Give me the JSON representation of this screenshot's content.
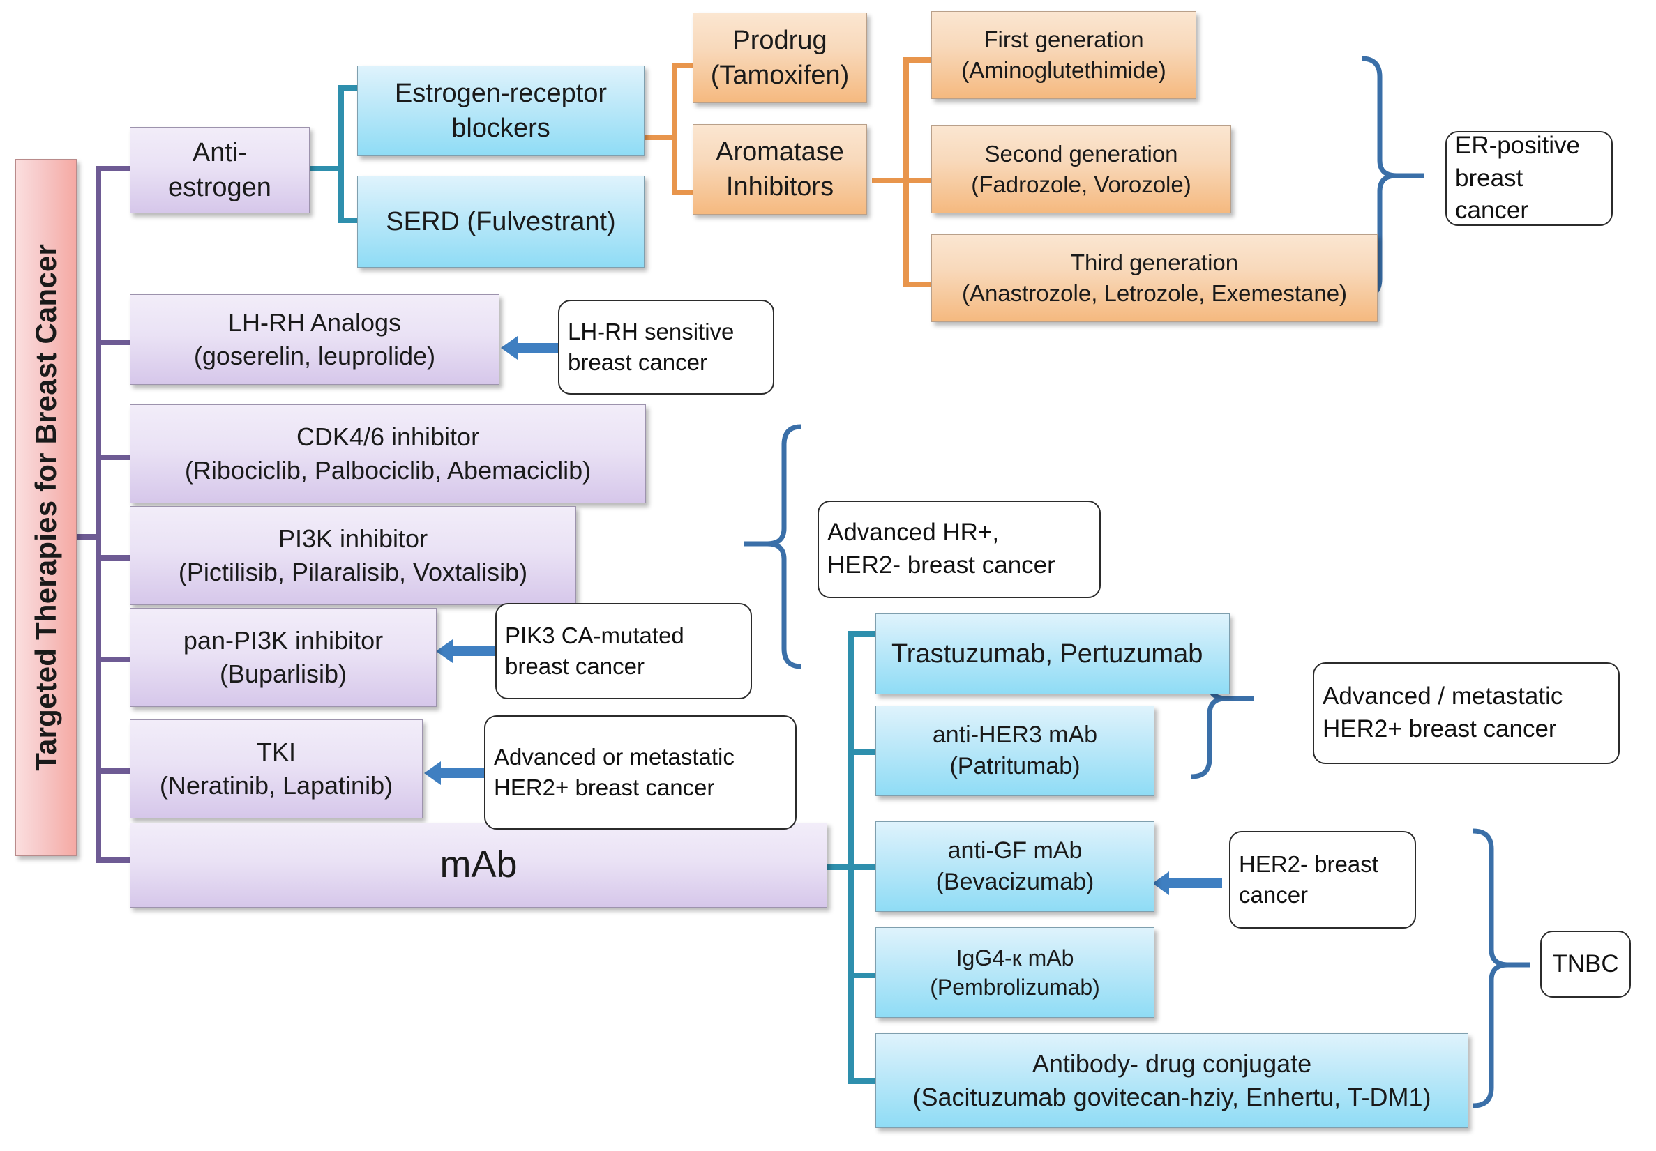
{
  "title_bar": {
    "label": "Targeted Therapies for Breast Cancer"
  },
  "level1": [
    {
      "id": "anti-estrogen",
      "label_l1": "Anti-",
      "label_l2": "estrogen"
    },
    {
      "id": "lhrh-analogs",
      "label_l1": "LH-RH Analogs",
      "label_l2": "(goserelin, leuprolide)"
    },
    {
      "id": "cdk46-inhibitor",
      "label_l1": "CDK4/6 inhibitor",
      "label_l2": "(Ribociclib, Palbociclib, Abemaciclib)"
    },
    {
      "id": "pi3k-inhibitor",
      "label_l1": "PI3K inhibitor",
      "label_l2": "(Pictilisib, Pilaralisib, Voxtalisib)"
    },
    {
      "id": "pan-pi3k-inhibitor",
      "label_l1": "pan-PI3K inhibitor",
      "label_l2": "(Buparlisib)"
    },
    {
      "id": "tki",
      "label_l1": "TKI",
      "label_l2": "(Neratinib, Lapatinib)"
    },
    {
      "id": "mab",
      "label_l1": "mAb",
      "label_l2": ""
    }
  ],
  "anti_estrogen_children": [
    {
      "id": "er-blockers",
      "label_l1": "Estrogen-receptor",
      "label_l2": "blockers"
    },
    {
      "id": "serd",
      "label_l1": "SERD (Fulvestrant)",
      "label_l2": ""
    }
  ],
  "er_blocker_children": [
    {
      "id": "prodrug",
      "label_l1": "Prodrug",
      "label_l2": "(Tamoxifen)"
    },
    {
      "id": "aromatase-inhibitors",
      "label_l1": "Aromatase",
      "label_l2": "Inhibitors"
    }
  ],
  "aromatase_generations": [
    {
      "id": "first-generation",
      "label_l1": "First generation",
      "label_l2": "(Aminoglutethimide)"
    },
    {
      "id": "second-generation",
      "label_l1": "Second generation",
      "label_l2": "(Fadrozole, Vorozole)"
    },
    {
      "id": "third-generation",
      "label_l1": "Third generation",
      "label_l2": "(Anastrozole, Letrozole,  Exemestane)"
    }
  ],
  "mab_children": [
    {
      "id": "trastuzumab-pertuzumab",
      "label_l1": "Trastuzumab, Pertuzumab",
      "label_l2": ""
    },
    {
      "id": "anti-her3-mab",
      "label_l1": "anti-HER3 mAb",
      "label_l2": "(Patritumab)"
    },
    {
      "id": "anti-gf-mab",
      "label_l1": "anti-GF mAb",
      "label_l2": "(Bevacizumab)"
    },
    {
      "id": "igg4k-mab",
      "label_l1": "IgG4-к mAb",
      "label_l2": "(Pembrolizumab)"
    },
    {
      "id": "antibody-drug-conjugate",
      "label_l1": "Antibody- drug conjugate",
      "label_l2": "(Sacituzumab govitecan-hziy, Enhertu, T-DM1)"
    }
  ],
  "callouts": [
    {
      "id": "er-positive",
      "label_l1": "ER-positive",
      "label_l2": "breast cancer"
    },
    {
      "id": "lhrh-sensitive",
      "label_l1": "LH-RH sensitive",
      "label_l2": "breast cancer"
    },
    {
      "id": "advanced-hrplus",
      "label_l1": "Advanced HR+,",
      "label_l2": "HER2- breast cancer"
    },
    {
      "id": "pik3ca-mutated",
      "label_l1": "PIK3 CA-mutated",
      "label_l2": "breast cancer"
    },
    {
      "id": "advanced-metastatic-her2plus-left",
      "label_l1": "Advanced or metastatic",
      "label_l2": "HER2+ breast cancer"
    },
    {
      "id": "advanced-metastatic-her2plus-right",
      "label_l1": "Advanced / metastatic",
      "label_l2": "HER2+ breast cancer"
    },
    {
      "id": "her2-minus",
      "label_l1": "HER2- breast",
      "label_l2": "cancer"
    },
    {
      "id": "tnbc",
      "label_l1": "TNBC",
      "label_l2": ""
    }
  ],
  "colors": {
    "root_pink": "#f5a9a3",
    "purple": "#d6c7ea",
    "blue": "#8fdcf5",
    "orange": "#f5b97f",
    "connector_purple": "#6e5b94",
    "connector_teal": "#2e8fad",
    "connector_orange": "#e8954c",
    "bracket_blue": "#3a6fa8",
    "arrow_blue": "#3f7fc1"
  }
}
